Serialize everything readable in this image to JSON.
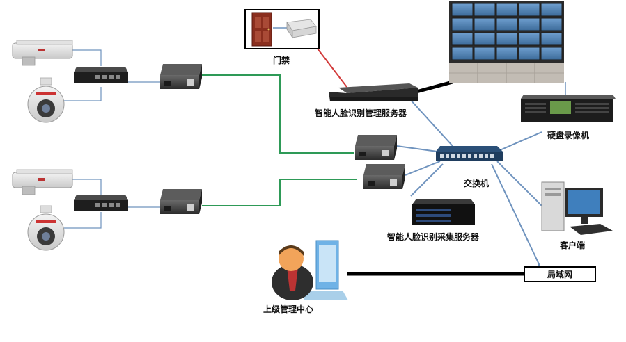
{
  "labels": {
    "access_control": "门禁",
    "face_mgmt_server": "智能人脸识别管理服务器",
    "nvr": "硬盘录像机",
    "switch": "交换机",
    "face_capture_server": "智能人脸识别采集服务器",
    "client": "客户端",
    "lan": "局域网",
    "superior_center": "上级管理中心"
  },
  "colors": {
    "fiber": "#2e9a57",
    "network": "#6f93be",
    "door_link": "#d23a3a",
    "video_link": "#000000",
    "device_dark": "#2a2a2a",
    "switch_blue": "#27476b"
  }
}
